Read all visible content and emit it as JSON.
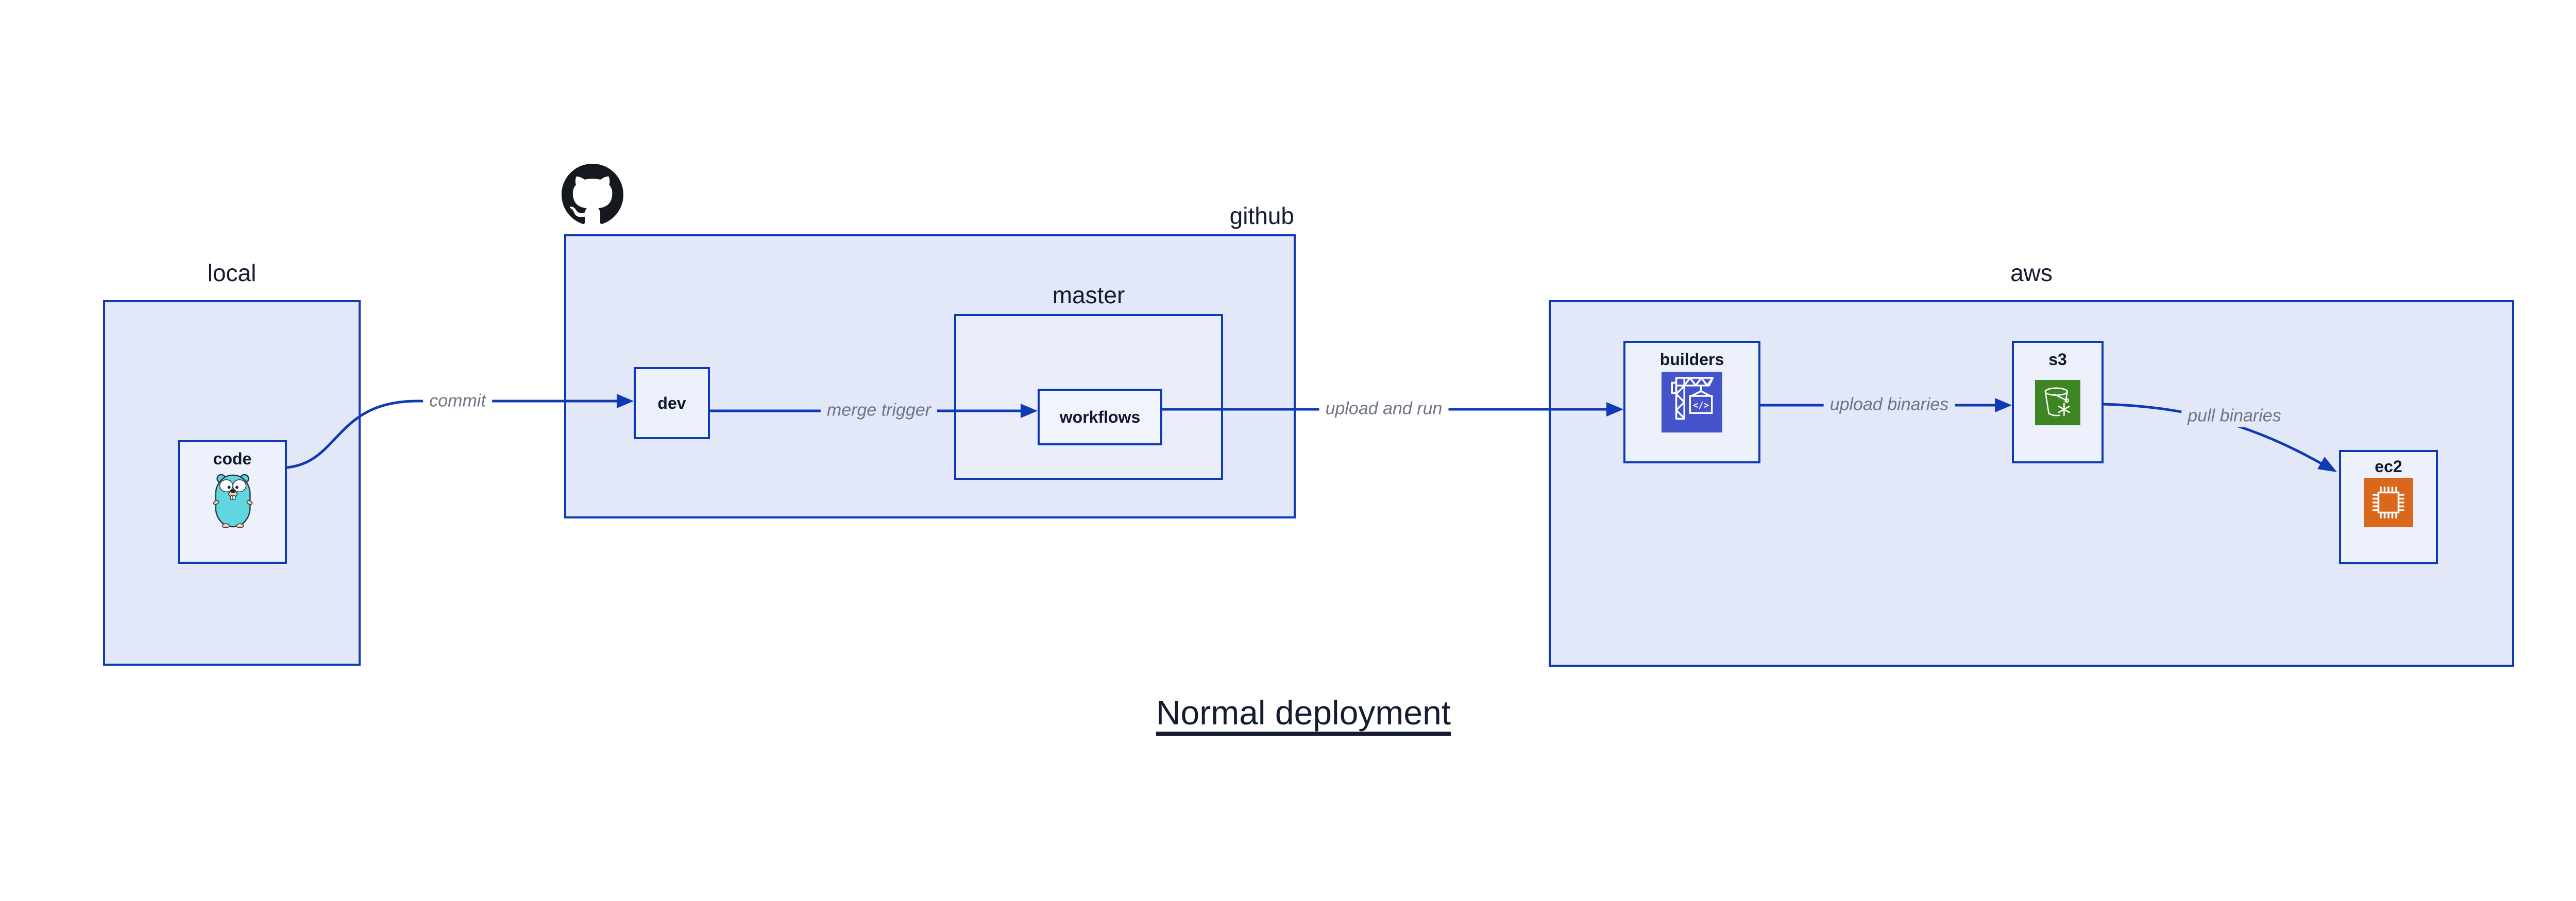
{
  "title": {
    "text": "Normal deployment"
  },
  "groups": [
    {
      "id": "local",
      "label": "local"
    },
    {
      "id": "github",
      "label": "github",
      "icon": "github-octocat"
    },
    {
      "id": "master",
      "label": "master"
    },
    {
      "id": "aws",
      "label": "aws"
    }
  ],
  "nodes": [
    {
      "id": "code",
      "label": "code",
      "icon": "go-gopher"
    },
    {
      "id": "dev",
      "label": "dev"
    },
    {
      "id": "workflows",
      "label": "workflows"
    },
    {
      "id": "builders",
      "label": "builders",
      "icon": "aws-codebuild-crane"
    },
    {
      "id": "s3",
      "label": "s3",
      "icon": "aws-s3-bucket-snowflake"
    },
    {
      "id": "ec2",
      "label": "ec2",
      "icon": "aws-ec2-chip"
    }
  ],
  "edges": [
    {
      "id": "commit",
      "label": "commit",
      "from": "code",
      "to": "dev"
    },
    {
      "id": "merge-trigger",
      "label": "merge trigger",
      "from": "dev",
      "to": "workflows"
    },
    {
      "id": "upload-and-run",
      "label": "upload and run",
      "from": "workflows",
      "to": "builders"
    },
    {
      "id": "upload-binaries",
      "label": "upload binaries",
      "from": "builders",
      "to": "s3"
    },
    {
      "id": "pull-binaries",
      "label": "pull binaries",
      "from": "s3",
      "to": "ec2"
    }
  ],
  "colors": {
    "page-bg": "#ffffff",
    "stroke-blue": "#1039b4",
    "group-fill": "#e3e8f8",
    "master-fill": "#eaeefb",
    "node-fill": "#edf1fb",
    "workflows-fill": "#f1f4fd",
    "label-navy": "#151c30",
    "node-label-navy": "#10182e",
    "edge-label-gray": "#6e7584",
    "github-black": "#15181e",
    "codebuild-indigo": "#4553cb",
    "s3-green": "#3e8624",
    "ec2-orange": "#d9671c",
    "gopher-teal": "#5fd6e0",
    "gopher-tan": "#f2d0a2"
  }
}
